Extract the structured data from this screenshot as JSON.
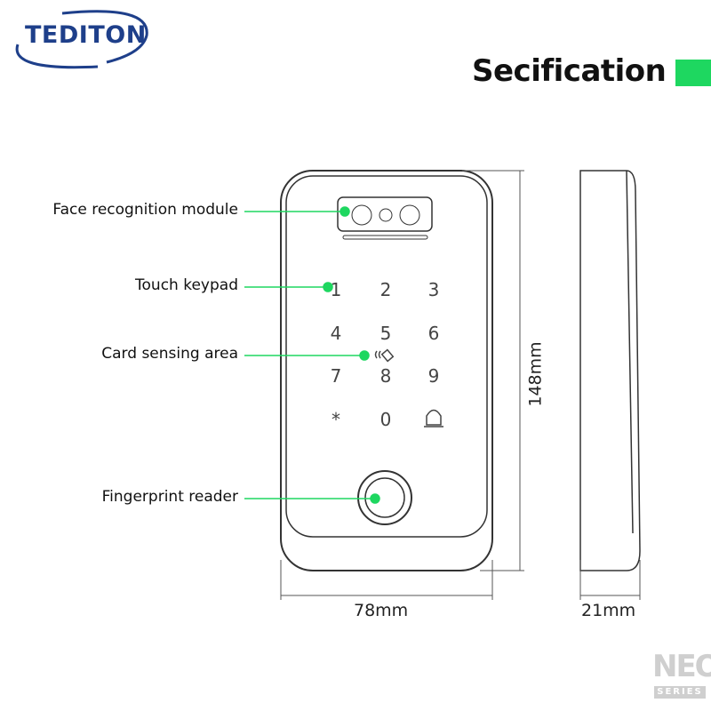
{
  "brand": {
    "logo": "TEDITON",
    "logo_color": "#1e3f8a",
    "watermark_mark": "NEO",
    "watermark_sub": "SERIES"
  },
  "title": "Secification",
  "accent_color": "#1ed760",
  "callouts": [
    {
      "label": "Face recognition module"
    },
    {
      "label": "Touch keypad"
    },
    {
      "label": "Card sensing area"
    },
    {
      "label": "Fingerprint reader"
    }
  ],
  "keypad": {
    "keys": [
      "1",
      "2",
      "3",
      "4",
      "5",
      "6",
      "7",
      "8",
      "9",
      "*",
      "0"
    ],
    "bell_icon": "bell-icon",
    "card_icon": "nfc-card-icon"
  },
  "dimensions": {
    "height": "148mm",
    "width": "78mm",
    "depth": "21mm"
  }
}
